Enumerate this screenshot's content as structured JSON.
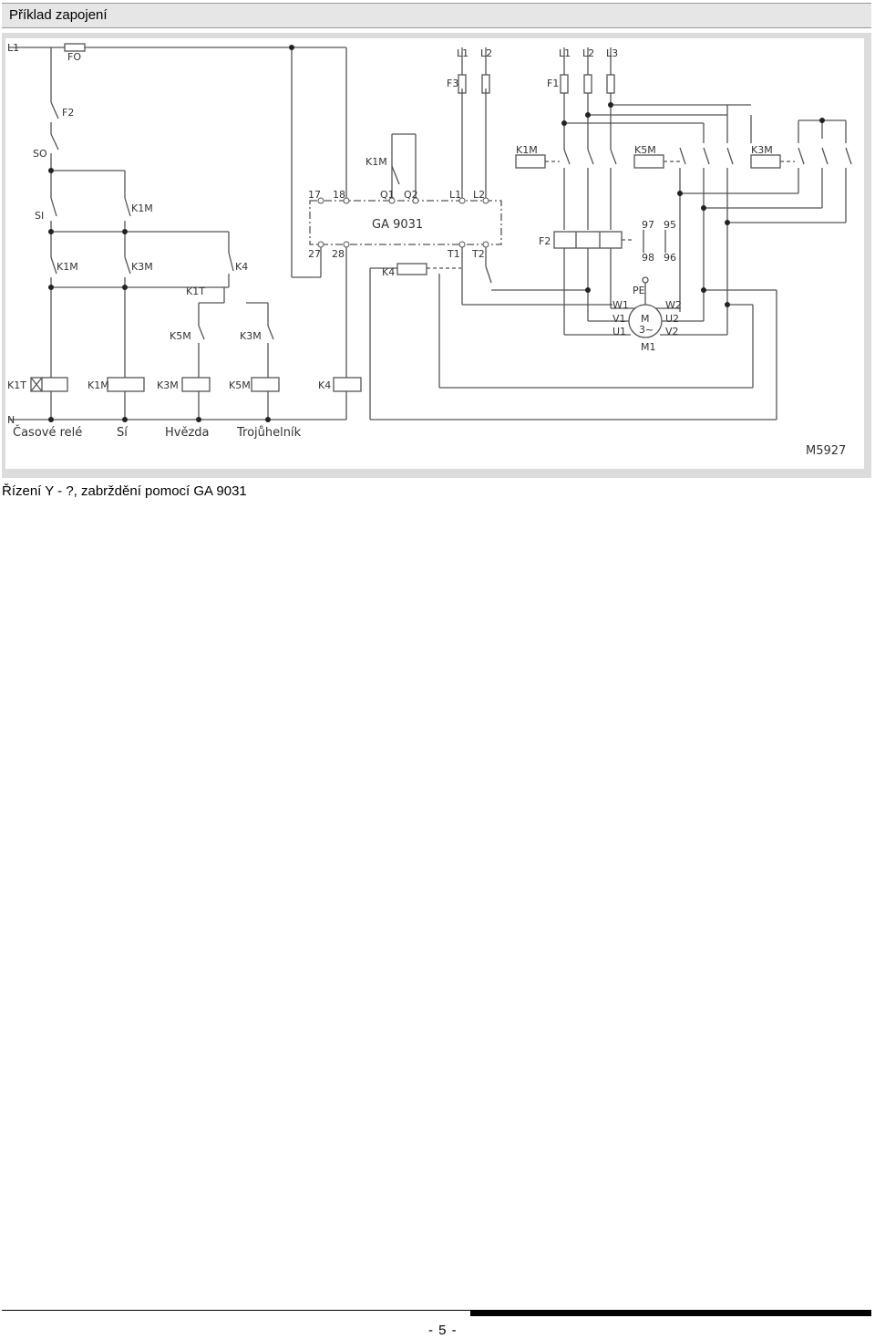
{
  "header": {
    "title": "Příklad zapojení"
  },
  "figure": {
    "caption": "Řízení Y - ?, zabrždění pomocí GA 9031",
    "drawing_id": "M5927",
    "device_label": "GA 9031",
    "terminal_labels": [
      "17",
      "18",
      "Q1",
      "Q2",
      "L1",
      "L2",
      "27",
      "28",
      "T1",
      "T2"
    ],
    "bottom_labels": [
      "Časové relé",
      "Sí",
      "Hvězda",
      "Trojůhelník"
    ],
    "component_labels": {
      "L1": "L1",
      "N": "N",
      "FO": "FO",
      "F2": "F2",
      "SO": "SO",
      "SI": "SI",
      "K1M": "K1M",
      "K3M": "K3M",
      "K5M": "K5M",
      "K1T": "K1T",
      "K4": "K4",
      "F1": "F1",
      "F3": "F3",
      "L2": "L2",
      "L3": "L3",
      "PE": "PE",
      "M1": "M1",
      "W1": "W1",
      "V1": "V1",
      "U1": "U1",
      "W2": "W2",
      "U2": "U2",
      "V2": "V2",
      "M": "M",
      "3ph": "3~",
      "t97": "97",
      "t95": "95",
      "t98": "98",
      "t96": "96"
    }
  },
  "footer": {
    "page": "- 5 -"
  }
}
